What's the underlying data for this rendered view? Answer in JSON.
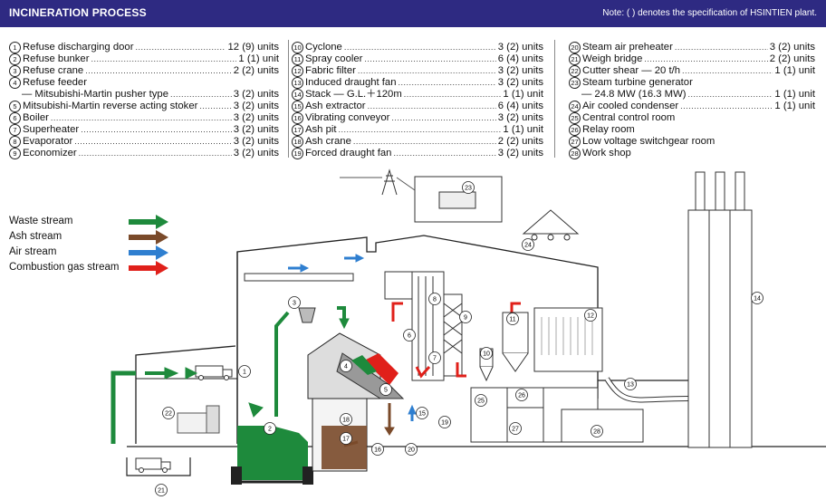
{
  "header": {
    "title": "INCINERATION PROCESS",
    "note": "Note: (   ) denotes the specification of HSINTIEN plant."
  },
  "columns": [
    {
      "items": [
        {
          "num": "1",
          "label": "Refuse discharging door",
          "value": "12 (9) units"
        },
        {
          "num": "2",
          "label": "Refuse bunker",
          "value": "1 (1) unit"
        },
        {
          "num": "3",
          "label": "Refuse crane",
          "value": "2 (2) units"
        },
        {
          "num": "4",
          "label": "Refuse feeder",
          "value": ""
        },
        {
          "num": "",
          "label": "— Mitsubishi-Martin pusher type",
          "value": "3 (2) units",
          "sub": true
        },
        {
          "num": "5",
          "label": "Mitsubishi-Martin reverse acting stoker",
          "value": "3 (2) units"
        },
        {
          "num": "6",
          "label": "Boiler",
          "value": "3 (2) units"
        },
        {
          "num": "7",
          "label": "Superheater",
          "value": "3 (2) units"
        },
        {
          "num": "8",
          "label": "Evaporator",
          "value": "3 (2) units"
        },
        {
          "num": "9",
          "label": "Economizer",
          "value": "3 (2) units"
        }
      ]
    },
    {
      "items": [
        {
          "num": "10",
          "label": "Cyclone",
          "value": "3 (2) units"
        },
        {
          "num": "11",
          "label": "Spray cooler",
          "value": "6 (4) units"
        },
        {
          "num": "12",
          "label": "Fabric filter",
          "value": "3 (2) units"
        },
        {
          "num": "13",
          "label": "Induced draught fan",
          "value": "3 (2) units"
        },
        {
          "num": "14",
          "label": "Stack — G.L.＋120m",
          "value": "1 (1) unit"
        },
        {
          "num": "15",
          "label": "Ash extractor",
          "value": "6 (4) units"
        },
        {
          "num": "16",
          "label": "Vibrating conveyor",
          "value": "3 (2) units"
        },
        {
          "num": "17",
          "label": "Ash pit",
          "value": "1 (1) unit"
        },
        {
          "num": "18",
          "label": "Ash crane",
          "value": "2 (2) units"
        },
        {
          "num": "19",
          "label": "Forced draught fan",
          "value": "3 (2) units"
        }
      ]
    },
    {
      "items": [
        {
          "num": "20",
          "label": "Steam air preheater",
          "value": "3 (2) units"
        },
        {
          "num": "21",
          "label": "Weigh bridge",
          "value": "2 (2) units"
        },
        {
          "num": "22",
          "label": "Cutter shear — 20 t/h",
          "value": "1 (1) unit"
        },
        {
          "num": "23",
          "label": "Steam turbine generator",
          "value": ""
        },
        {
          "num": "",
          "label": "— 24.8 MW (16.3 MW)",
          "value": "1 (1) unit",
          "sub": true
        },
        {
          "num": "24",
          "label": "Air cooled condenser",
          "value": "1 (1) unit"
        },
        {
          "num": "25",
          "label": "Central control room",
          "value": ""
        },
        {
          "num": "26",
          "label": "Relay room",
          "value": ""
        },
        {
          "num": "27",
          "label": "Low voltage switchgear room",
          "value": ""
        },
        {
          "num": "28",
          "label": "Work shop",
          "value": ""
        }
      ]
    }
  ],
  "legend": [
    {
      "label": "Waste stream",
      "color": "#1e8a3c"
    },
    {
      "label": "Ash stream",
      "color": "#7a4a2a"
    },
    {
      "label": "Air stream",
      "color": "#2f7fd0"
    },
    {
      "label": "Combustion gas stream",
      "color": "#e0201a"
    }
  ],
  "diagram_labels": [
    "1",
    "2",
    "3",
    "4",
    "5",
    "6",
    "7",
    "8",
    "9",
    "10",
    "11",
    "12",
    "13",
    "14",
    "15",
    "16",
    "17",
    "18",
    "19",
    "20",
    "21",
    "22",
    "23",
    "24",
    "25",
    "26",
    "27",
    "28"
  ]
}
